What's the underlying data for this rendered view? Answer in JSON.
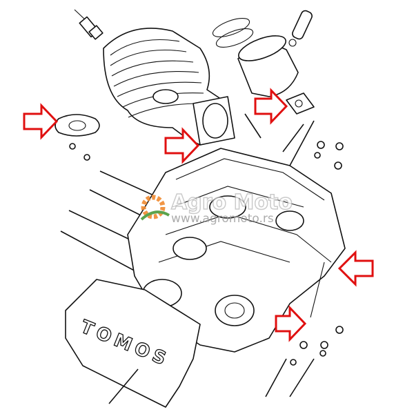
{
  "diagram": {
    "cover_brand": "TOMOS",
    "watermark": {
      "name": "Agro Moto",
      "url": "www.agromoto.rs"
    },
    "colors": {
      "arrow": "#e01010",
      "line": "#111111",
      "watermark_logo": "#f08a30",
      "watermark_leaf": "#4a9a3a"
    },
    "arrows": [
      {
        "target": "exhaust-gasket",
        "direction": "right"
      },
      {
        "target": "cylinder-base-gasket",
        "direction": "right"
      },
      {
        "target": "intake-gasket",
        "direction": "right"
      },
      {
        "target": "crankcase-seal",
        "direction": "left"
      },
      {
        "target": "crankcase-gasket",
        "direction": "right"
      }
    ]
  }
}
